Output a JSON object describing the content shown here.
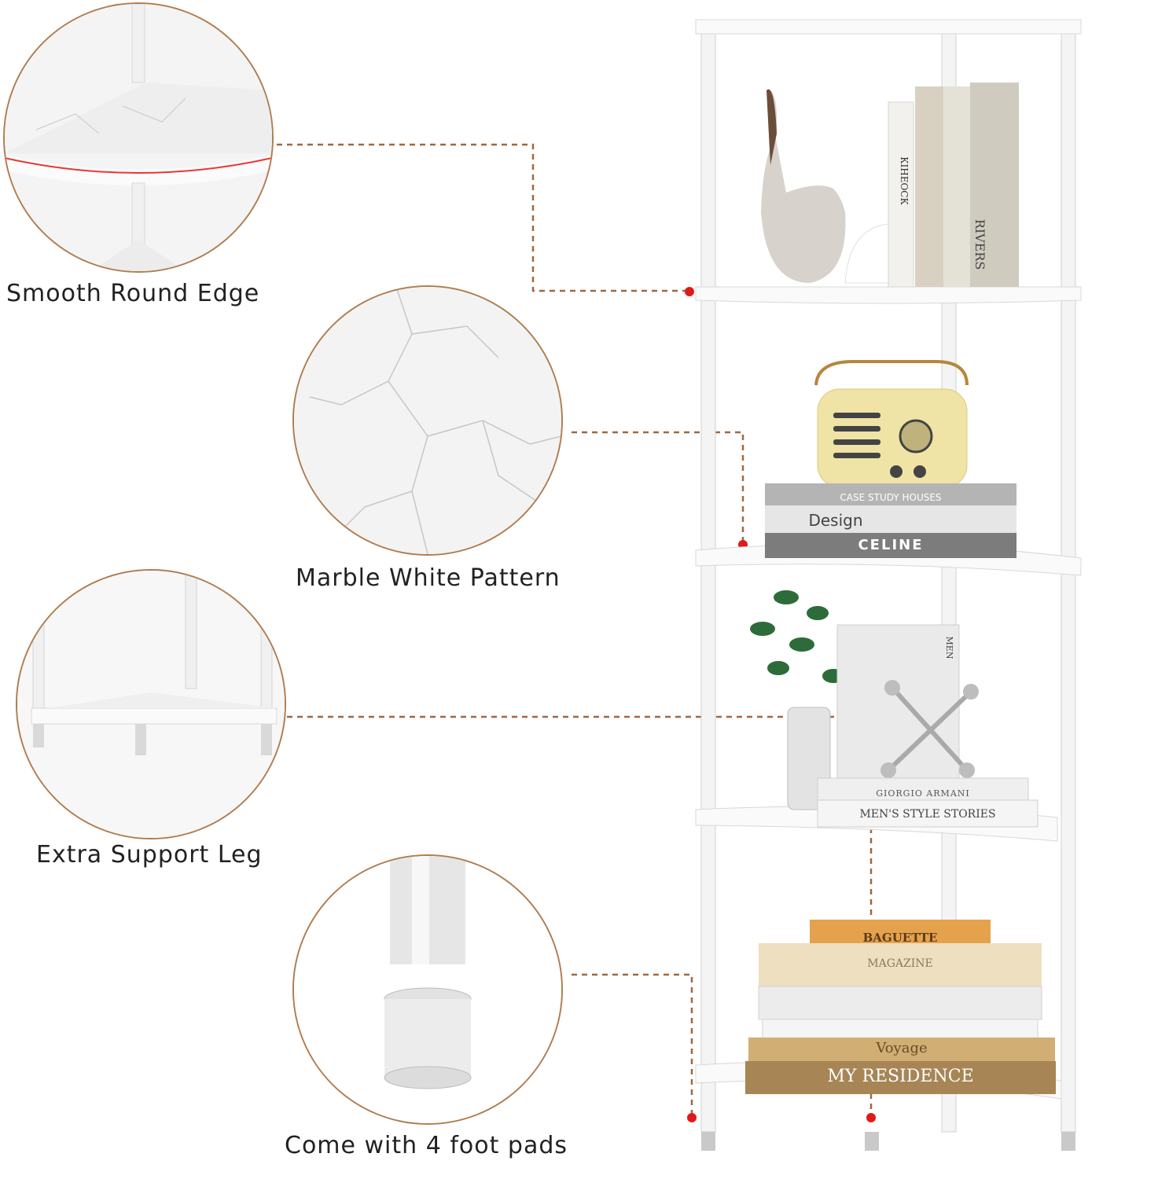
{
  "features": [
    {
      "caption": "Smooth Round Edge"
    },
    {
      "caption": "Marble White Pattern"
    },
    {
      "caption": "Extra Support Leg"
    },
    {
      "caption": "Come with 4 foot pads"
    }
  ],
  "books": {
    "top_spine_1": "КІНЕОСК",
    "top_spine_2": "RIVERS",
    "second_1": "CASE STUDY HOUSES",
    "second_2": "Design",
    "second_3": "CELINE",
    "third_1": "GIORGIO ARMANI",
    "third_2": "MEN'S STYLE STORIES",
    "third_spine": "MEN",
    "bottom_1": "BAGUETTE",
    "bottom_2": "MAGAZINE",
    "bottom_3": "Voyage",
    "bottom_4": "MY RESIDENCE"
  },
  "colors": {
    "accent_dashed": "#a0683f",
    "marker": "#e01a1a",
    "frame": "#f6f6f6"
  }
}
